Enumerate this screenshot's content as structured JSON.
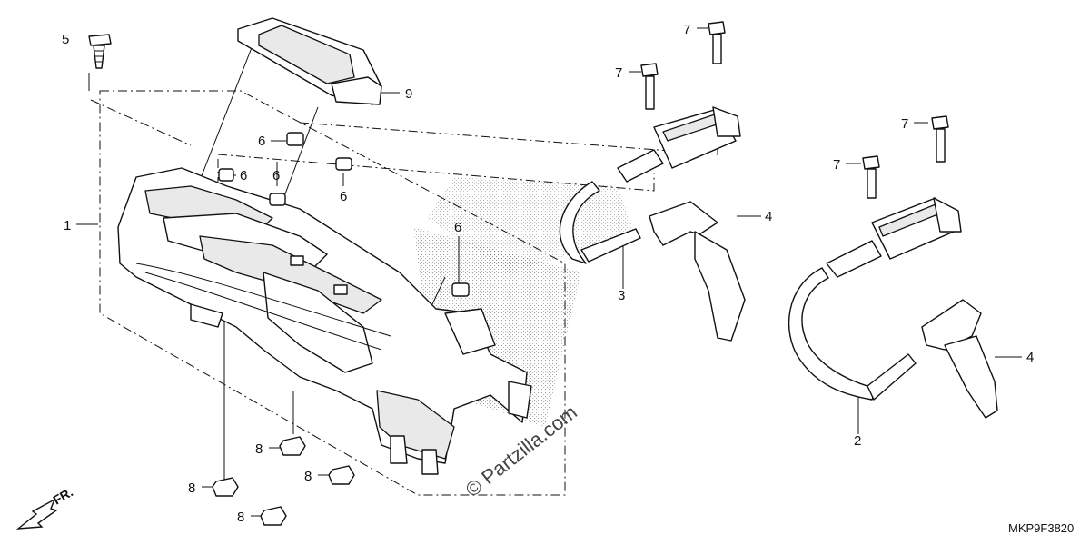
{
  "diagram": {
    "callouts": {
      "c1": "1",
      "c2": "2",
      "c3": "3",
      "c4a": "4",
      "c4b": "4",
      "c5": "5",
      "c6a": "6",
      "c6b": "6",
      "c6c": "6",
      "c6d": "6",
      "c6e": "6",
      "c7a": "7",
      "c7b": "7",
      "c7c": "7",
      "c7d": "7",
      "c8a": "8",
      "c8b": "8",
      "c8c": "8",
      "c8d": "8",
      "c9": "9"
    },
    "watermark": "© Partzilla.com",
    "front_indicator": "FR.",
    "diagram_code": "MKP9F3820"
  }
}
